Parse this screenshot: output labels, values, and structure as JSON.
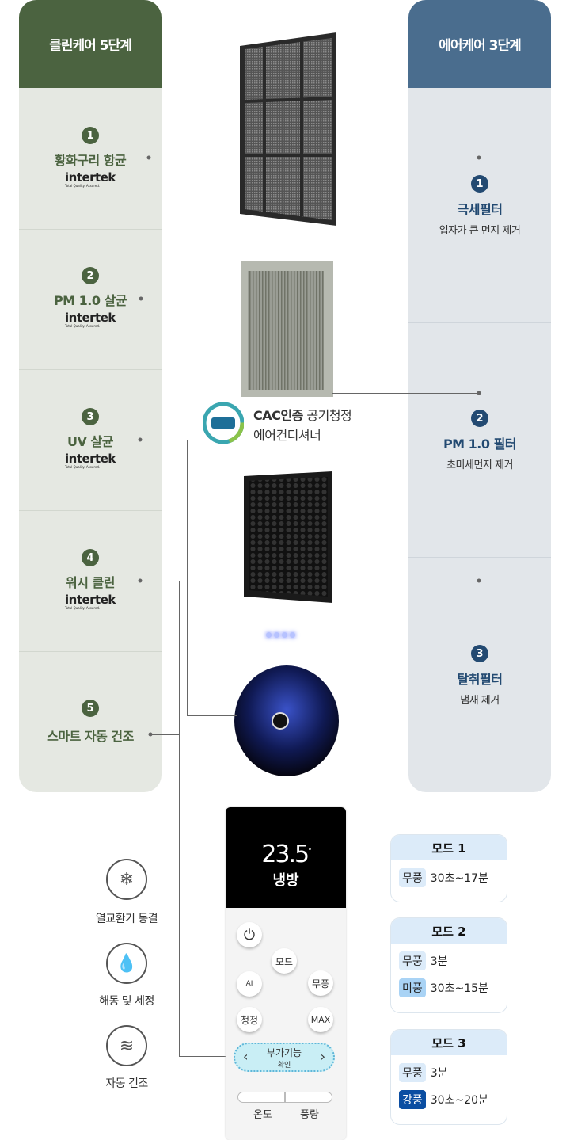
{
  "left": {
    "header": "클린케어 5단계",
    "items": [
      {
        "num": "1",
        "title": "황화구리 항균",
        "logo": "intertek",
        "logo_sub": "Total Quality. Assured."
      },
      {
        "num": "2",
        "title": "PM 1.0 살균",
        "logo": "intertek",
        "logo_sub": "Total Quality. Assured."
      },
      {
        "num": "3",
        "title": "UV 살균",
        "logo": "intertek",
        "logo_sub": "Total Quality. Assured."
      },
      {
        "num": "4",
        "title": "워시 클린",
        "logo": "intertek",
        "logo_sub": "Total Quality. Assured."
      },
      {
        "num": "5",
        "title": "스마트 자동 건조"
      }
    ]
  },
  "right": {
    "header": "에어케어 3단계",
    "items": [
      {
        "num": "1",
        "title": "극세필터",
        "desc": "입자가 큰 먼지 제거"
      },
      {
        "num": "2",
        "title": "PM 1.0 필터",
        "desc": "초미세먼지 제거"
      },
      {
        "num": "3",
        "title": "탈취필터",
        "desc": "냄새 제거"
      }
    ]
  },
  "cac": {
    "logo": "cac",
    "bold": "CAC인증",
    "text": " 공기청정",
    "line2": "에어컨디셔너"
  },
  "remote": {
    "temp": "23.5",
    "deg": "°",
    "mode": "냉방",
    "btn_mode": "모드",
    "btn_ai": "AI",
    "btn_windfree": "무풍",
    "btn_clean": "청정",
    "btn_max": "MAX",
    "extra": "부가기능",
    "confirm": "확인",
    "prev": "‹",
    "next": "›",
    "temp_label": "온도",
    "fan_label": "풍량"
  },
  "features": [
    {
      "icon": "snowflake-icon",
      "label": "열교환기 동결"
    },
    {
      "icon": "water-drop-icon",
      "label": "해동 및 세정"
    },
    {
      "icon": "dry-wind-icon",
      "label": "자동 건조"
    }
  ],
  "modes": [
    {
      "title": "모드 1",
      "rows": [
        {
          "tag": "무풍",
          "value": "30초~17분"
        }
      ]
    },
    {
      "title": "모드 2",
      "rows": [
        {
          "tag": "무풍",
          "value": "3분"
        },
        {
          "tag": "미풍",
          "value": "30초~15분"
        }
      ]
    },
    {
      "title": "모드 3",
      "rows": [
        {
          "tag": "무풍",
          "value": "3분"
        },
        {
          "tag": "강풍",
          "value": "30초~20분"
        }
      ]
    }
  ],
  "colors": {
    "green": "#4b6340",
    "blue": "#234a72",
    "tag1": "#dcebf9",
    "tag2": "#a9d3f5",
    "tag3": "#0b4ea2"
  }
}
